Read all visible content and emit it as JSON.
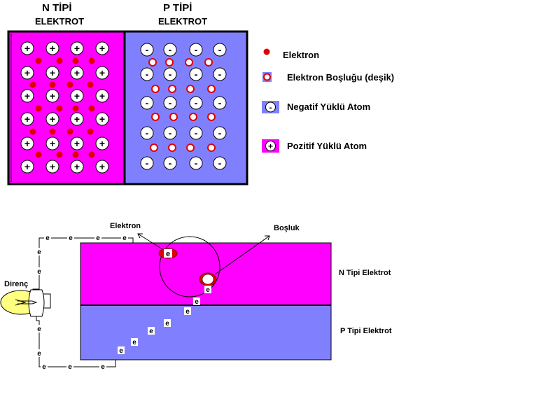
{
  "top": {
    "n_title_line1": "N TİPİ",
    "n_title_line2": "ELEKTROT",
    "p_title_line1": "P  TİPİ",
    "p_title_line2": "ELEKTROT",
    "colors": {
      "n_region": "#ff00ff",
      "p_region": "#8080ff",
      "electron": "#e00000",
      "hole_ring": "#e00000"
    }
  },
  "legend": {
    "items": [
      {
        "key": "electron",
        "label": "Elektron"
      },
      {
        "key": "hole",
        "label": "Elektron Boşluğu (deşik)"
      },
      {
        "key": "negative",
        "label": "Negatif Yüklü Atom"
      },
      {
        "key": "positive",
        "label": "Pozitif Yüklü Atom"
      }
    ]
  },
  "bottom": {
    "electron_label": "Elektron",
    "hole_label": "Boşluk",
    "n_label": "N Tipi Elektrot",
    "p_label": "P  Tipi Elektrot",
    "resistor_label": "Direnç",
    "electron_symbol": "e"
  },
  "symbols": {
    "plus": "+",
    "minus": "-"
  }
}
